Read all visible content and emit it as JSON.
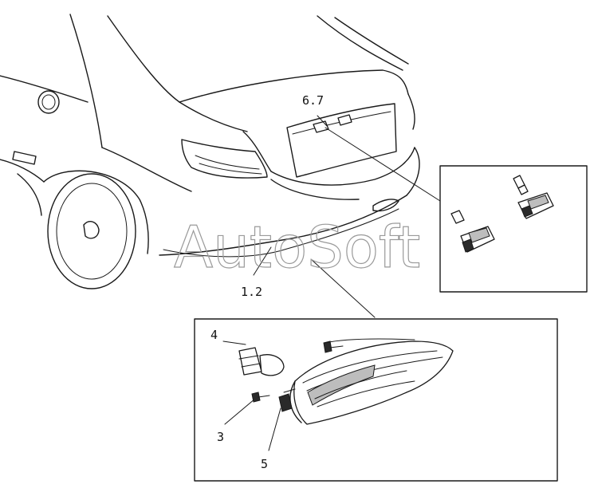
{
  "labels": {
    "license_lamp": "6.7",
    "tail_lamp": "1.2",
    "bulb": "4",
    "screw": "3",
    "socket": "5"
  },
  "watermark": "AutoSoft"
}
